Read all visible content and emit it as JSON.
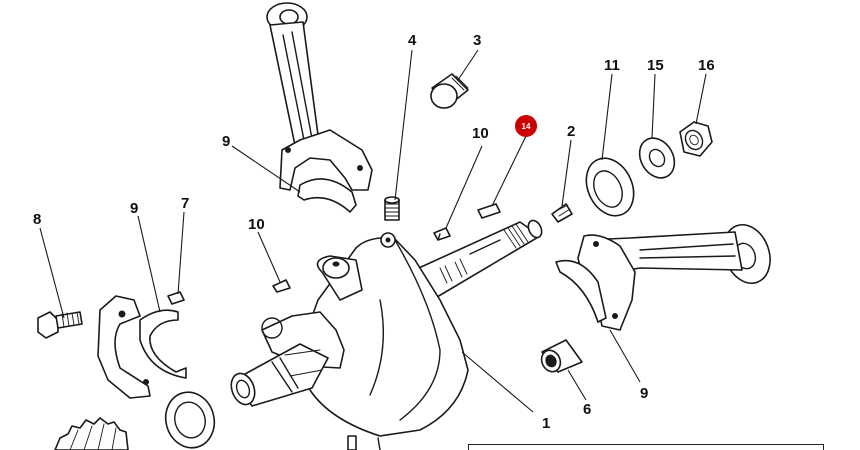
{
  "diagram": {
    "callouts": [
      {
        "id": "c1",
        "label": "1"
      },
      {
        "id": "c2",
        "label": "2"
      },
      {
        "id": "c3",
        "label": "3"
      },
      {
        "id": "c4",
        "label": "4"
      },
      {
        "id": "c6",
        "label": "6"
      },
      {
        "id": "c7",
        "label": "7"
      },
      {
        "id": "c8",
        "label": "8"
      },
      {
        "id": "c9a",
        "label": "9"
      },
      {
        "id": "c9b",
        "label": "9"
      },
      {
        "id": "c9c",
        "label": "9"
      },
      {
        "id": "c10a",
        "label": "10"
      },
      {
        "id": "c10b",
        "label": "10"
      },
      {
        "id": "c11",
        "label": "11"
      },
      {
        "id": "c15",
        "label": "15"
      },
      {
        "id": "c16",
        "label": "16"
      }
    ],
    "highlight": {
      "label": "14",
      "color": "#cc0000"
    }
  }
}
